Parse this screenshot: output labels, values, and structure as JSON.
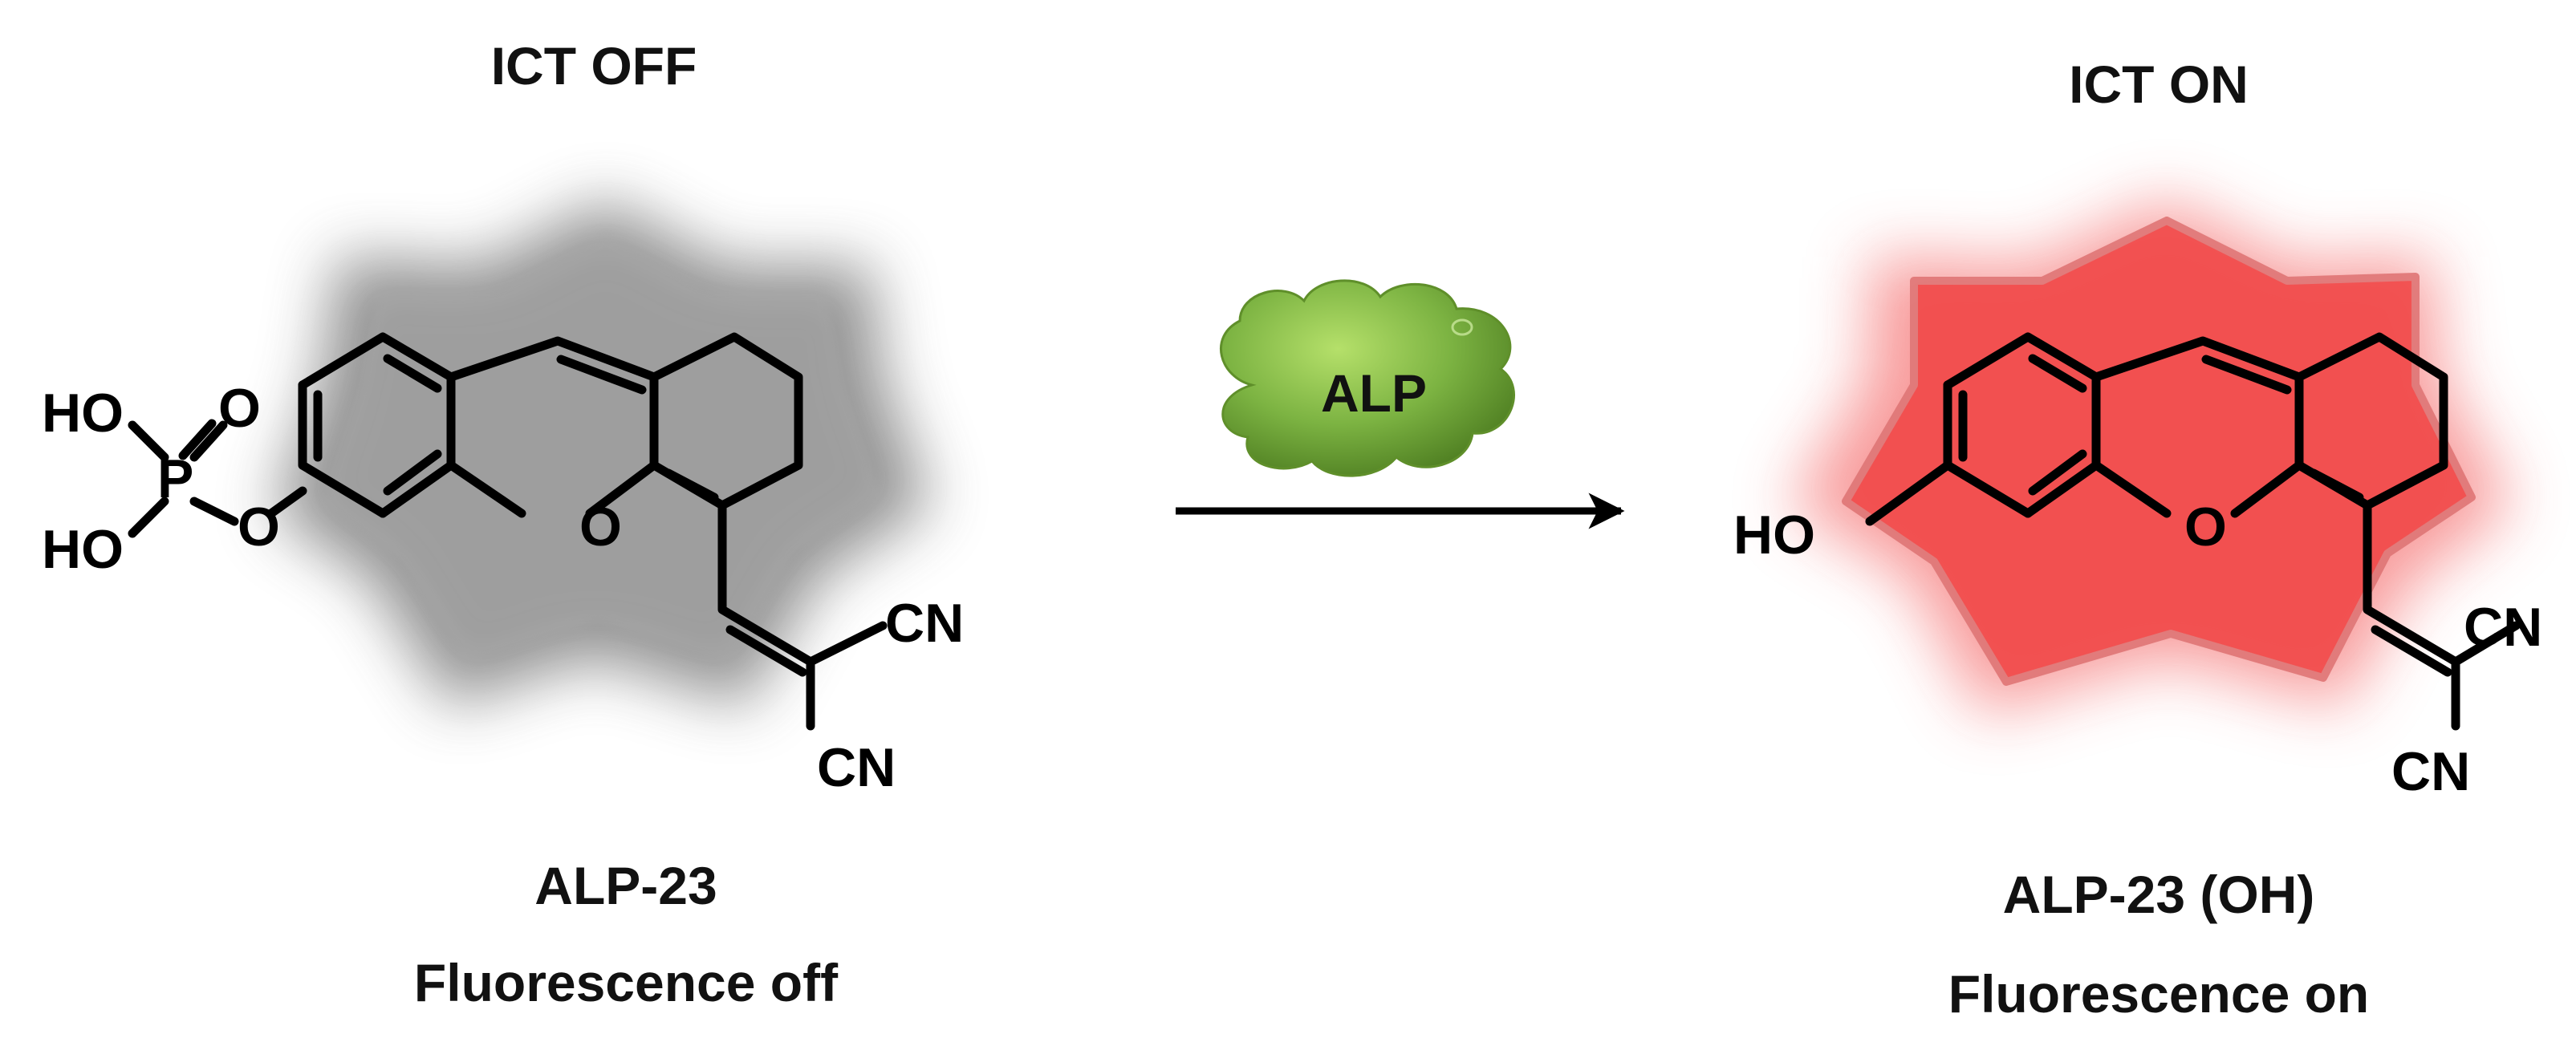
{
  "left": {
    "state_label": "ICT OFF",
    "compound_name": "ALP-23",
    "fluorescence_label": "Fluorescence off",
    "glow_color": "#9a9a9a",
    "atoms": {
      "ho_top": "HO",
      "ho_bottom": "HO",
      "phosphorus": "P",
      "double_o": "O",
      "bridge_o": "O",
      "ring_o": "O",
      "cn_top": "CN",
      "cn_bottom": "CN"
    }
  },
  "arrow": {
    "enzyme_label": "ALP",
    "cloud_color": "#7cb342"
  },
  "right": {
    "state_label": "ICT ON",
    "compound_name": "ALP-23 (OH)",
    "fluorescence_label": "Fluorescence on",
    "glow_color": "#f24a4a",
    "atoms": {
      "ho": "HO",
      "ring_o": "O",
      "cn_top": "CN",
      "cn_bottom": "CN"
    }
  }
}
